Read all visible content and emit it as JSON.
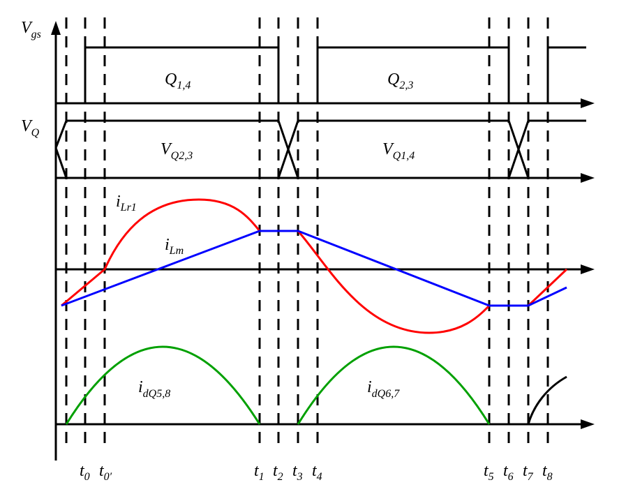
{
  "colors": {
    "iLr": "#ff0000",
    "iLm": "#0000ff",
    "idQ": "#00a000",
    "axis": "#000000"
  },
  "axes": {
    "vgs": {
      "main": "V",
      "sub": "gs"
    },
    "vq": {
      "main": "V",
      "sub": "Q"
    }
  },
  "labels": {
    "q14": {
      "main": "Q",
      "sub": "1,4"
    },
    "q23": {
      "main": "Q",
      "sub": "2,3"
    },
    "vq23": {
      "main": "V",
      "sub": "Q2,3"
    },
    "vq14": {
      "main": "V",
      "sub": "Q1,4"
    },
    "ilr1": {
      "main": "i",
      "sub": "Lr1"
    },
    "ilm": {
      "main": "i",
      "sub": "Lm"
    },
    "idq58": {
      "main": "i",
      "sub": "dQ5,8"
    },
    "idq67": {
      "main": "i",
      "sub": "dQ6,7"
    }
  },
  "time_labels": [
    {
      "main": "t",
      "sub": "0"
    },
    {
      "main": "t",
      "sub": "0′"
    },
    {
      "main": "t",
      "sub": "1"
    },
    {
      "main": "t",
      "sub": "2"
    },
    {
      "main": "t",
      "sub": "3"
    },
    {
      "main": "t",
      "sub": "4"
    },
    {
      "main": "t",
      "sub": "5"
    },
    {
      "main": "t",
      "sub": "6"
    },
    {
      "main": "t",
      "sub": "7"
    },
    {
      "main": "t",
      "sub": "8"
    }
  ]
}
